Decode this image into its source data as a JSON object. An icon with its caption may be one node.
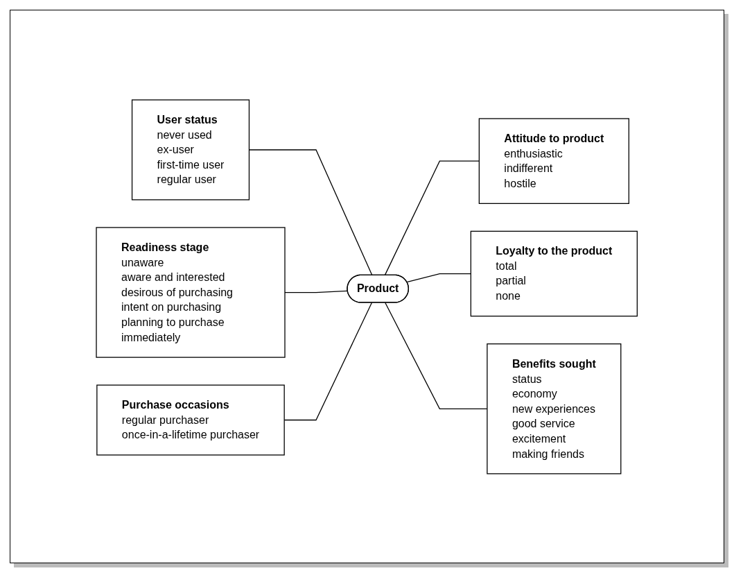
{
  "diagram": {
    "nodes": [
      {
        "text": [
          "User status",
          "never used",
          "ex-user",
          "first-time user",
          "regular user"
        ]
      },
      {
        "text": [
          "Readiness stage",
          "unaware",
          "aware and interested",
          "desirous of purchasing",
          "intent on purchasing",
          "planning to purchase immediately"
        ]
      },
      {
        "text": [
          "Purchase occasions",
          "regular purchaser",
          "once-in-a-lifetime purchaser"
        ]
      },
      {
        "text": [
          "Product"
        ]
      },
      {
        "text": [
          "Attitude to product",
          "enthusiastic",
          "indifferent",
          "hostile"
        ]
      },
      {
        "text": [
          "Loyalty to the product",
          "total",
          "partial",
          "none"
        ]
      },
      {
        "text": [
          "Benefits sought",
          "status",
          "economy",
          "new experiences",
          "good service",
          "excitement",
          "making friends"
        ]
      }
    ],
    "edges": [
      {
        "from": 0,
        "to": 3,
        "arrow": "none"
      },
      {
        "from": 1,
        "to": 3,
        "arrow": "none"
      },
      {
        "from": 2,
        "to": 3,
        "arrow": "none"
      },
      {
        "from": 3,
        "to": 4,
        "arrow": "none"
      },
      {
        "from": 3,
        "to": 5,
        "arrow": "none"
      },
      {
        "from": 3,
        "to": 6,
        "arrow": "none"
      }
    ]
  }
}
